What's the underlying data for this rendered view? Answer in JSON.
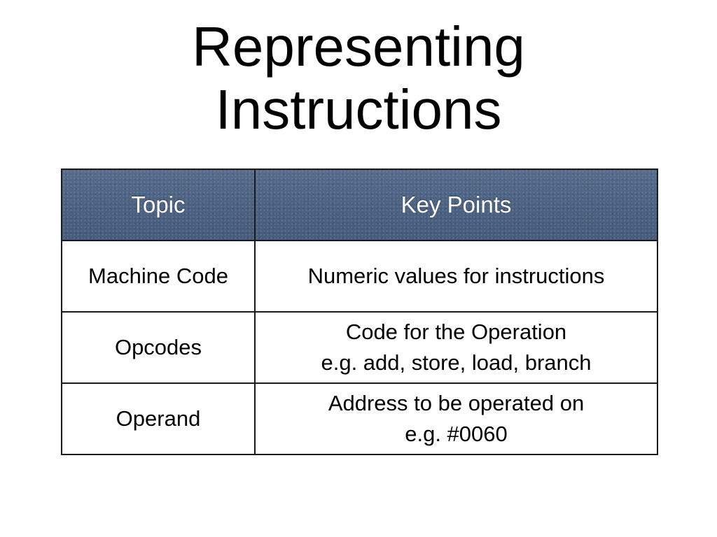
{
  "slide": {
    "title_line1": "Representing",
    "title_line2": "Instructions"
  },
  "table": {
    "headers": [
      "Topic",
      "Key Points"
    ],
    "rows": [
      {
        "topic": "Machine Code",
        "points": [
          "Numeric values for instructions"
        ]
      },
      {
        "topic": "Opcodes",
        "points": [
          "Code for the Operation",
          "e.g. add, store, load, branch"
        ]
      },
      {
        "topic": "Operand",
        "points": [
          "Address to be operated on",
          "e.g. #0060"
        ]
      }
    ]
  },
  "colors": {
    "header_background": "#4f6585",
    "header_text": "#ffffff",
    "border": "#1a1a1a",
    "body_text": "#000000",
    "background": "#ffffff"
  }
}
